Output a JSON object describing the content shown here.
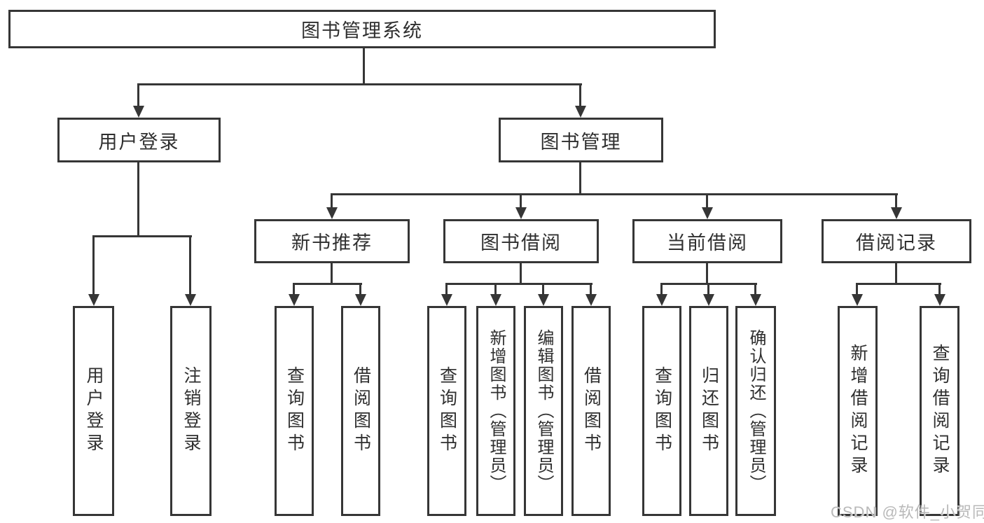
{
  "diagram": {
    "root": {
      "label": "图书管理系统"
    },
    "level2": {
      "user_login": "用户登录",
      "book_mgmt": "图书管理"
    },
    "level3": {
      "new_book_rec": "新书推荐",
      "book_borrow": "图书借阅",
      "current_borrow": "当前借阅",
      "borrow_records": "借阅记录"
    },
    "leaves": {
      "user_login": "用户登录",
      "logout": "注销登录",
      "rec_query_book": "查询图书",
      "rec_borrow_book": "借阅图书",
      "bor_query_book": "查询图书",
      "bor_add_book": "新增图书（管理员）",
      "bor_edit_book": "编辑图书（管理员）",
      "bor_borrow_book": "借阅图书",
      "cur_query_book": "查询图书",
      "cur_return_book": "归还图书",
      "cur_confirm_return": "确认归还（管理员）",
      "his_add_record": "新增借阅记录",
      "his_query_record": "查询借阅记录"
    }
  },
  "watermark": "CSDN @软件_小贺同学",
  "colors": {
    "line": "#363636",
    "text": "#2f2f2f",
    "watermark": "#b9b9b9",
    "background": "#ffffff"
  }
}
